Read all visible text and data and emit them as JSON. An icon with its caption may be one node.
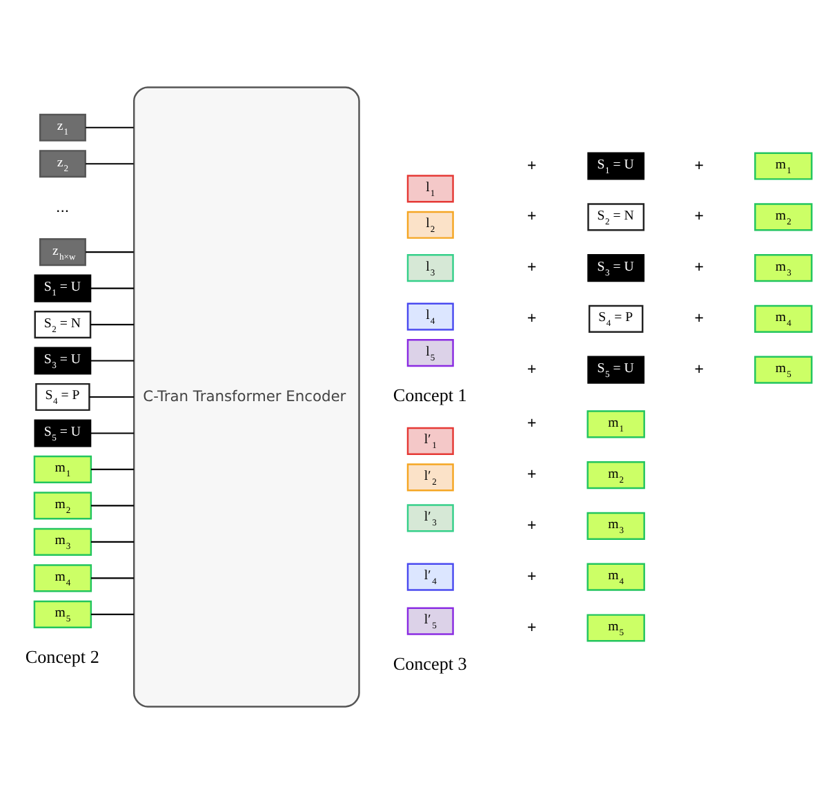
{
  "diagram": {
    "nodes": [
      {
        "text": [
          "z$_{1}$"
        ]
      },
      {
        "text": [
          "z$_{2}$"
        ]
      },
      {
        "text": [
          "z$_{h×w}$"
        ]
      },
      {
        "text": [
          "S$_{1}$ = U"
        ]
      },
      {
        "text": [
          "S$_{2}$ = N"
        ]
      },
      {
        "text": [
          "S$_{3}$ = U"
        ]
      },
      {
        "text": [
          "S$_{4}$ = P"
        ]
      },
      {
        "text": [
          "S$_{5}$ = U"
        ]
      },
      {
        "text": [
          "m$_{1}$"
        ]
      },
      {
        "text": [
          "m$_{2}$"
        ]
      },
      {
        "text": [
          "m$_{3}$"
        ]
      },
      {
        "text": [
          "m$_{4}$"
        ]
      },
      {
        "text": [
          "m$_{5}$"
        ]
      },
      {
        "text": [
          "C-Tran Transformer Encoder"
        ]
      },
      {
        "text": [
          "l$_{1}$"
        ]
      },
      {
        "text": [
          "S$_{1}$ = U"
        ]
      },
      {
        "text": [
          "m$_{1}$"
        ]
      },
      {
        "text": [
          "l$_{2}$"
        ]
      },
      {
        "text": [
          "S$_{2}$ = N"
        ]
      },
      {
        "text": [
          "m$_{2}$"
        ]
      },
      {
        "text": [
          "l$_{3}$"
        ]
      },
      {
        "text": [
          "S$_{3}$ = U"
        ]
      },
      {
        "text": [
          "m$_{3}$"
        ]
      },
      {
        "text": [
          "l$_{4}$"
        ]
      },
      {
        "text": [
          "S$_{4}$ = P"
        ]
      },
      {
        "text": [
          "m$_{4}$"
        ]
      },
      {
        "text": [
          "l$_{5}$"
        ]
      },
      {
        "text": [
          "S$_{5}$ = U"
        ]
      },
      {
        "text": [
          "m$_{5}$"
        ]
      },
      {
        "text": [
          "l′$_{1}$"
        ]
      },
      {
        "text": [
          "m$_{1}$"
        ]
      },
      {
        "text": [
          "l′$_{2}$"
        ]
      },
      {
        "text": [
          "m$_{2}$"
        ]
      },
      {
        "text": [
          "l′$_{3}$"
        ]
      },
      {
        "text": [
          "m$_{3}$"
        ]
      },
      {
        "text": [
          "l′$_{4}$"
        ]
      },
      {
        "text": [
          "m$_{4}$"
        ]
      },
      {
        "text": [
          "l′$_{5}$"
        ]
      },
      {
        "text": [
          "m$_{5}$"
        ]
      }
    ],
    "edges": [
      {
        "from": 0,
        "to": 13,
        "arrow": "none"
      },
      {
        "from": 1,
        "to": 13,
        "arrow": "none"
      },
      {
        "from": 2,
        "to": 13,
        "arrow": "none"
      },
      {
        "from": 3,
        "to": 13,
        "arrow": "none"
      },
      {
        "from": 4,
        "to": 13,
        "arrow": "none"
      },
      {
        "from": 5,
        "to": 13,
        "arrow": "none"
      },
      {
        "from": 6,
        "to": 13,
        "arrow": "none"
      },
      {
        "from": 7,
        "to": 13,
        "arrow": "none"
      },
      {
        "from": 8,
        "to": 13,
        "arrow": "none"
      },
      {
        "from": 9,
        "to": 13,
        "arrow": "none"
      },
      {
        "from": 10,
        "to": 13,
        "arrow": "none"
      },
      {
        "from": 11,
        "to": 13,
        "arrow": "none"
      },
      {
        "from": 12,
        "to": 13,
        "arrow": "none"
      }
    ],
    "labels": [
      "...",
      "+",
      "+",
      "+",
      "+",
      "+",
      "+",
      "+",
      "+",
      "+",
      "+",
      "Concept 1",
      "+",
      "+",
      "+",
      "+",
      "+",
      "Concept 2",
      "Concept 3"
    ]
  }
}
